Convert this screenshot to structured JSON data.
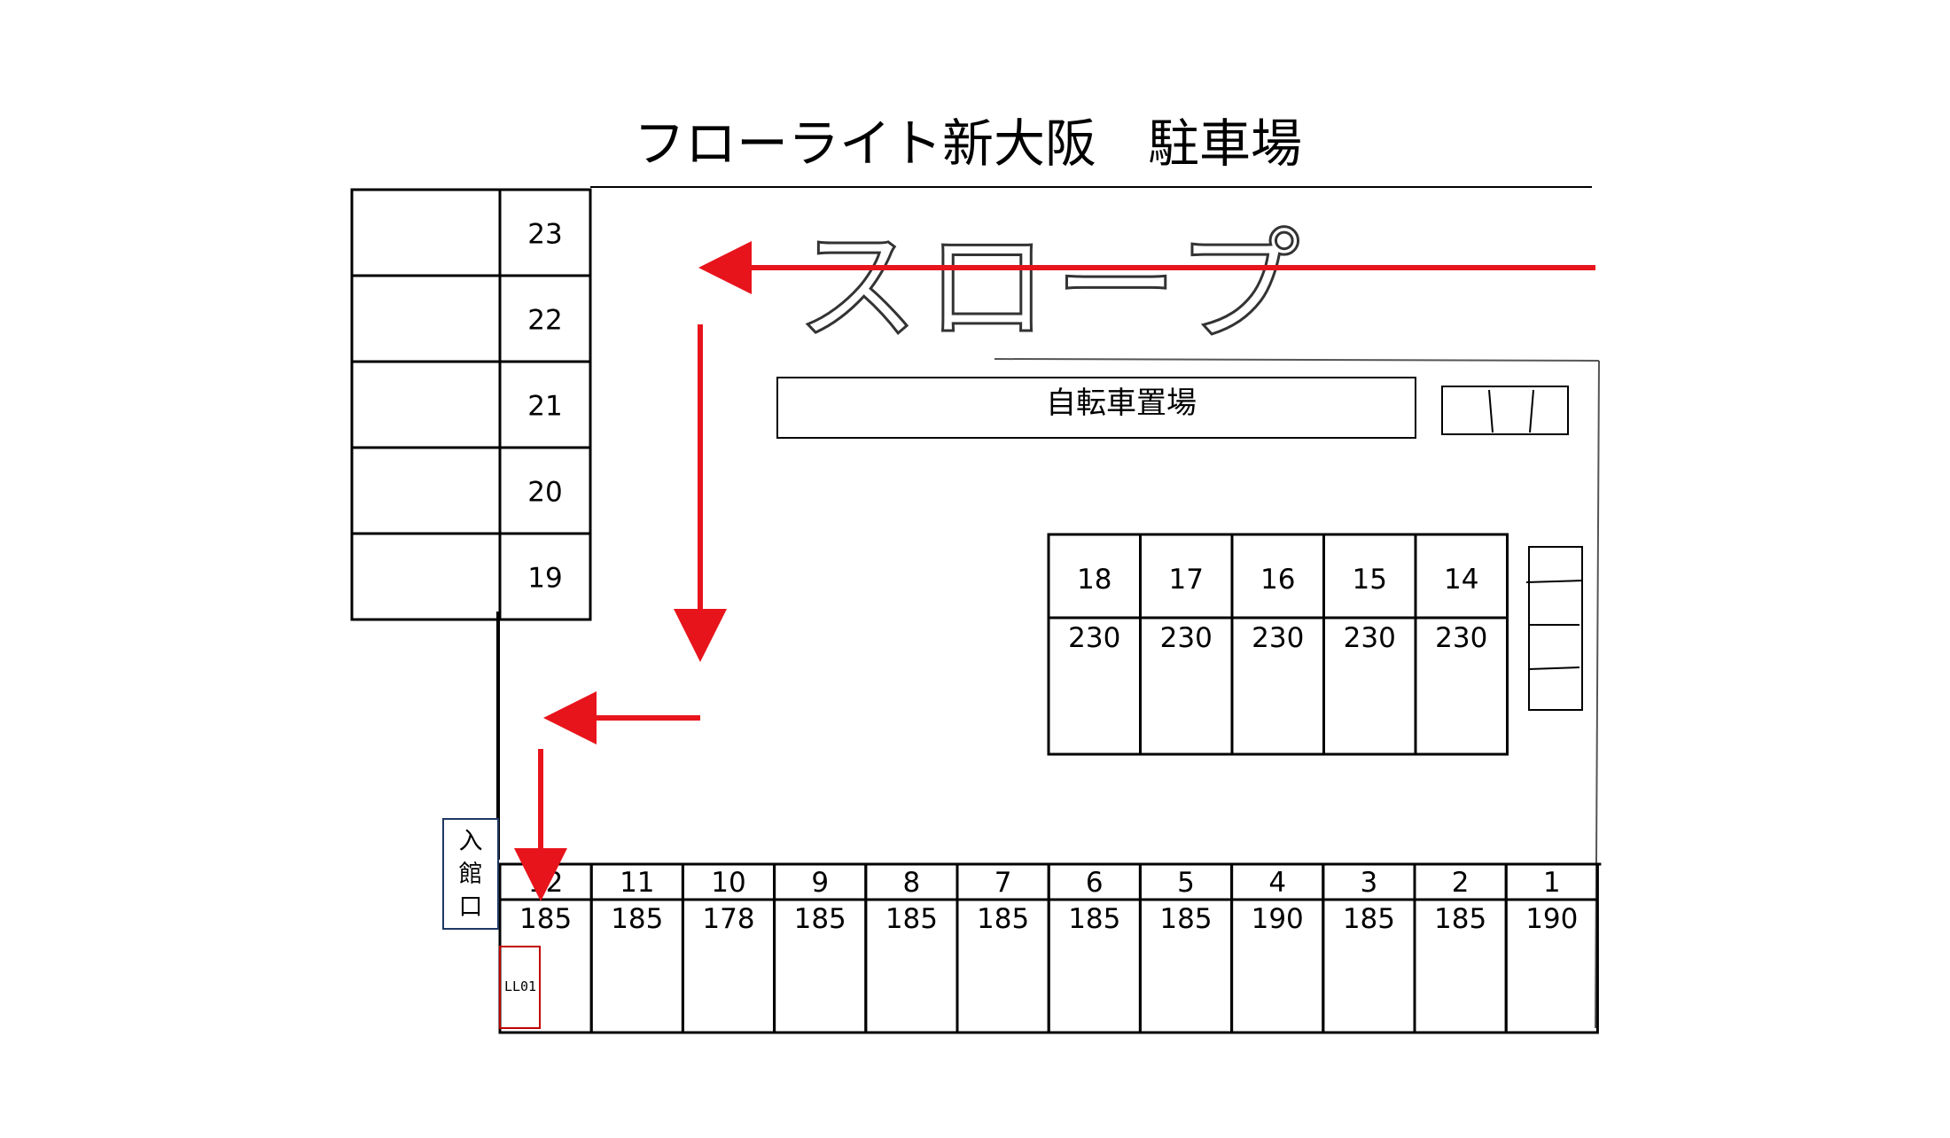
{
  "title": "フローライト新大阪　駐車場",
  "slope_label": "スロープ",
  "bike_parking_label": "自転車置場",
  "entrance_label": [
    "入",
    "館",
    "口"
  ],
  "reserved_space_label": "LL01",
  "left_column": [
    {
      "number": "23"
    },
    {
      "number": "22"
    },
    {
      "number": "21"
    },
    {
      "number": "20"
    },
    {
      "number": "19"
    }
  ],
  "middle_block": [
    {
      "number": "18",
      "height": "230"
    },
    {
      "number": "17",
      "height": "230"
    },
    {
      "number": "16",
      "height": "230"
    },
    {
      "number": "15",
      "height": "230"
    },
    {
      "number": "14",
      "height": "230"
    }
  ],
  "bottom_row": [
    {
      "number": "12",
      "height": "185"
    },
    {
      "number": "11",
      "height": "185"
    },
    {
      "number": "10",
      "height": "178"
    },
    {
      "number": "9",
      "height": "185"
    },
    {
      "number": "8",
      "height": "185"
    },
    {
      "number": "7",
      "height": "185"
    },
    {
      "number": "6",
      "height": "185"
    },
    {
      "number": "5",
      "height": "185"
    },
    {
      "number": "4",
      "height": "190"
    },
    {
      "number": "3",
      "height": "185"
    },
    {
      "number": "2",
      "height": "185"
    },
    {
      "number": "1",
      "height": "190"
    }
  ],
  "colors": {
    "arrow": "#e8141c",
    "line": "#000000",
    "entrance_border": "#1f3864",
    "reserved_border": "#c00000"
  }
}
